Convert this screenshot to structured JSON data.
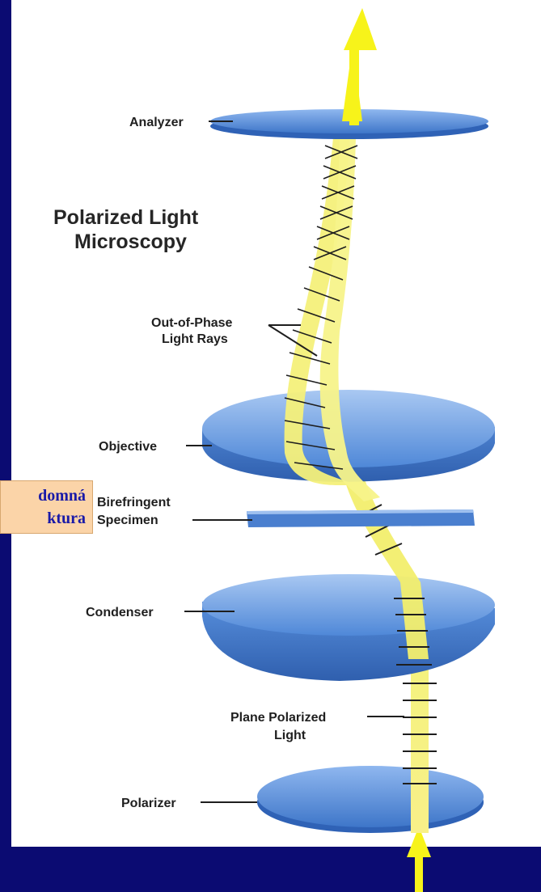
{
  "diagram": {
    "title_line1": "Polarized Light",
    "title_line2": "Microscopy",
    "labels": {
      "analyzer": "Analyzer",
      "out_of_phase_line1": "Out-of-Phase",
      "out_of_phase_line2": "Light Rays",
      "objective": "Objective",
      "birefringent_line1": "Birefringent",
      "birefringent_line2": "Specimen",
      "condenser": "Condenser",
      "plane_polarized_line1": "Plane Polarized",
      "plane_polarized_line2": "Light",
      "polarizer": "Polarizer"
    }
  },
  "callout": {
    "line1": "domná",
    "line2": "ktura"
  },
  "colors": {
    "slide_background": "#0b0b72",
    "light_ray": "#f5f06a",
    "arrow": "#f7f31a",
    "lens": "#4f88d8",
    "callout_fill": "#fbd4a8",
    "callout_text": "#1a1aa8"
  }
}
